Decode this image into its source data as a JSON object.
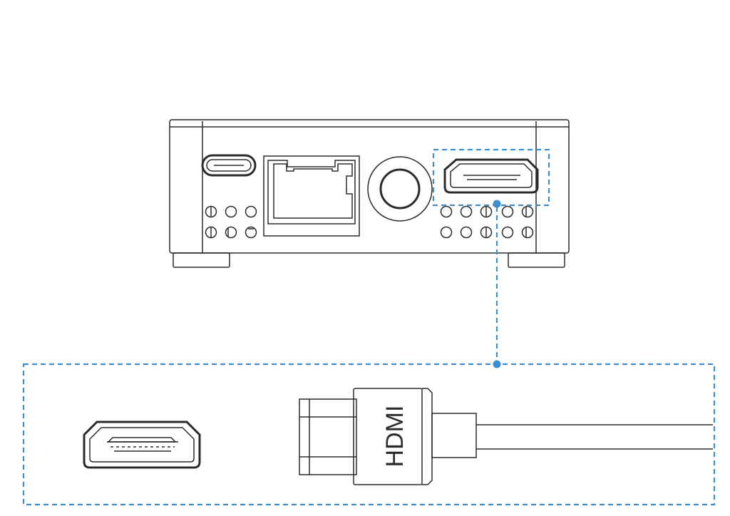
{
  "figure": {
    "subject": "device-front-panel-port-callout",
    "callout_target": "hdmi-port",
    "highlight_color": "#3b8fd1",
    "line_color": "#2b2b2b",
    "cable_label": "HDMI",
    "icons": [
      "usb-c-port-icon",
      "ethernet-port-icon",
      "round-button-icon",
      "hdmi-port-icon",
      "hdmi-plug-icon"
    ]
  }
}
